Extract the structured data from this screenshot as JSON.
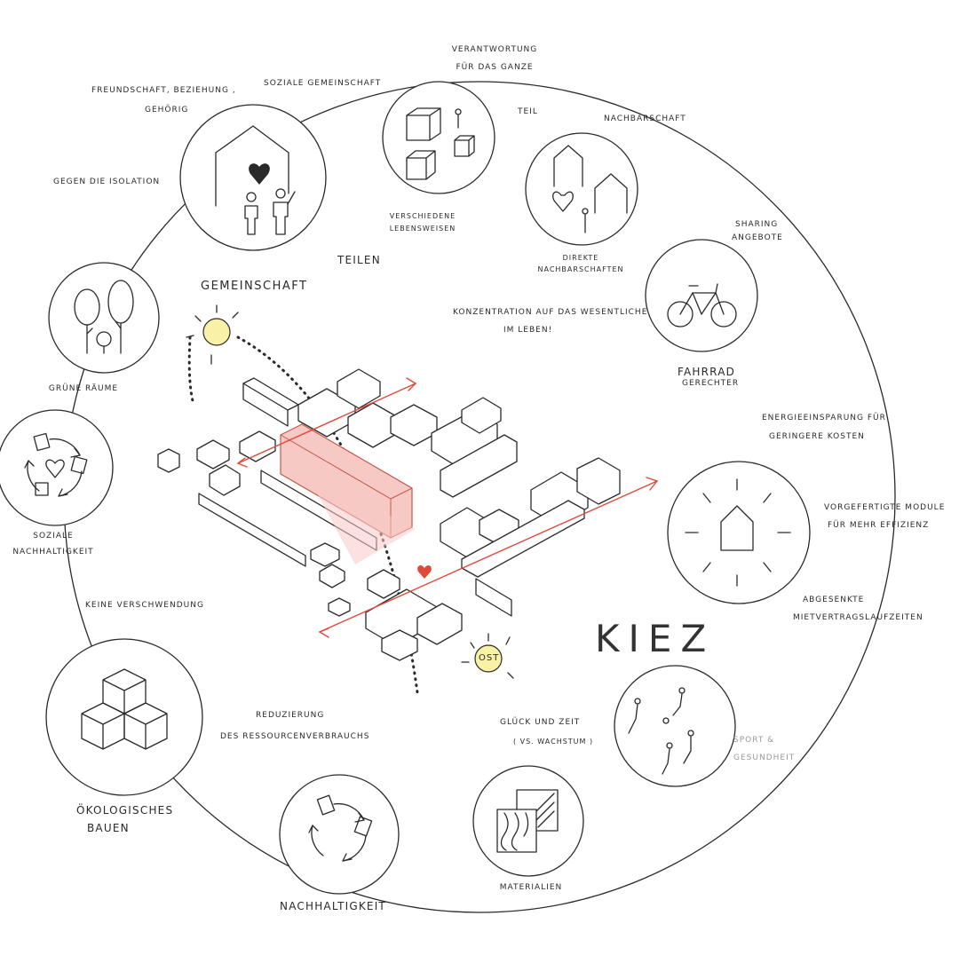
{
  "labels": {
    "soziale_gemeinschaft": "SOZIALE GEMEINSCHAFT",
    "freundschaft_1": "FREUNDSCHAFT, BEZIEHUNG ,",
    "freundschaft_2": "GEHÖRIG",
    "gegen_isolation": "GEGEN DIE ISOLATION",
    "teilen": "TEILEN",
    "gemeinschaft": "GEMEINSCHAFT",
    "verantwortung_1": "VERANTWORTUNG",
    "verantwortung_2": "FÜR DAS GANZE",
    "teil": "TEIL",
    "verschiedene_1": "VERSCHIEDENE",
    "verschiedene_2": "LEBENSWEISEN",
    "nachbarschaft": "NACHBARSCHAFT",
    "direkte_1": "DIREKTE",
    "direkte_2": "NACHBARSCHAFTEN",
    "sharing_1": "SHARING",
    "sharing_2": "ANGEBOTE",
    "konzentration_1": "KONZENTRATION AUF DAS WESENTLICHE",
    "konzentration_2": "IM LEBEN!",
    "fahrrad_1": "FAHRRAD",
    "fahrrad_2": "GERECHTER",
    "energie_1": "ENERGIEEINSPARUNG FÜR",
    "energie_2": "GERINGERE KOSTEN",
    "vorgefertigte_1": "VORGEFERTIGTE MODULE",
    "vorgefertigte_2": "FÜR MEHR EFFIZIENZ",
    "abgesenkte_1": "ABGESENKTE",
    "abgesenkte_2": "MIETVERTRAGSLAUFZEITEN",
    "kiez": "KIEZ",
    "sport_1": "SPORT &",
    "sport_2": "GESUNDHEIT",
    "glueck_1": "GLÜCK UND ZEIT",
    "glueck_2": "( VS. WACHSTUM )",
    "materialien": "MATERIALIEN",
    "nachhaltigkeit": "NACHHALTIGKEIT",
    "reduzierung_1": "REDUZIERUNG",
    "reduzierung_2": "DES RESSOURCENVERBRAUCHS",
    "oekologisches_1": "ÖKOLOGISCHES",
    "oekologisches_2": "BAUEN",
    "keine_verschwendung": "KEINE VERSCHWENDUNG",
    "soziale_nachhaltigkeit_1": "SOZIALE",
    "soziale_nachhaltigkeit_2": "NACHHALTIGKEIT",
    "gruene_raeume": "GRÜNE RÄUME",
    "ost": "OST"
  },
  "colors": {
    "ink": "#2a2a2a",
    "accent_red": "#e0483a",
    "building_pink": "#f7c9c4",
    "sun_yellow": "#f8f1a6",
    "muted_grey": "#9a9a9a"
  },
  "icons": [
    "house-heart-people-icon",
    "cubes-person-icon",
    "houses-heart-person-icon",
    "bicycle-icon",
    "house-rays-icon",
    "sport-figures-icon",
    "material-textures-icon",
    "recycle-icon",
    "stacked-cubes-icon",
    "recycle-heart-icon",
    "trees-icon",
    "sun-icon"
  ]
}
